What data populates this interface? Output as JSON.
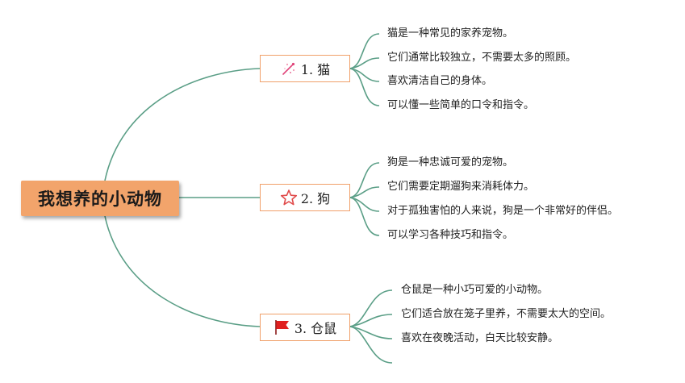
{
  "root": {
    "label": "我想养的小动物"
  },
  "branches": [
    {
      "label": "1. 猫",
      "icon": "sparkle-icon",
      "items": [
        "猫是一种常见的家养宠物。",
        "它们通常比较独立，不需要太多的照顾。",
        "喜欢清洁自己的身体。",
        "可以懂一些简单的口令和指令。"
      ]
    },
    {
      "label": "2. 狗",
      "icon": "star-outline-icon",
      "items": [
        "狗是一种忠诚可爱的宠物。",
        "它们需要定期遛狗来消耗体力。",
        "对于孤独害怕的人来说，狗是一个非常好的伴侣。",
        "可以学习各种技巧和指令。"
      ]
    },
    {
      "label": "3. 仓鼠",
      "icon": "red-flag-icon",
      "items": [
        "仓鼠是一种小巧可爱的小动物。",
        "它们适合放在笼子里养，不需要太大的空间。",
        "喜欢在夜晚活动，白天比较安静。",
        ""
      ]
    }
  ],
  "colors": {
    "connector": "#5a9e86",
    "root_fill": "#f2a46b",
    "node_border": "#f0a06a",
    "sparkle": "#e0457a",
    "star": "#e04a4a",
    "flag": "#e02020"
  }
}
